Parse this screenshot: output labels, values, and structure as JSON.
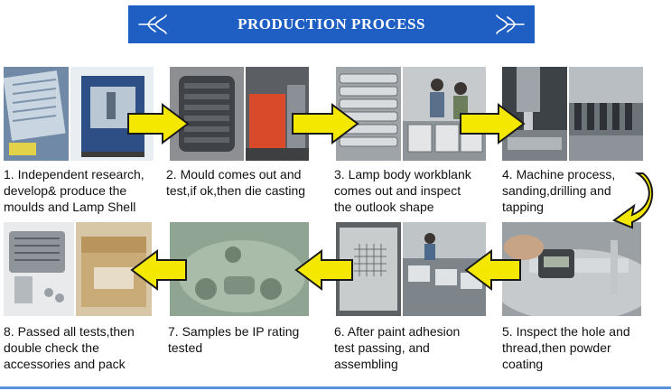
{
  "header": {
    "title": "PRODUCTION PROCESS",
    "accent_color": "#1f5fc4",
    "ornament_icon": "fleur-ornament"
  },
  "arrow_color": "#f5e800",
  "steps": [
    {
      "caption": "1. Independent research,\ndevelop& produce the\nmoulds and Lamp Shell",
      "photos": [
        "mould design photo",
        "cnc machine photo"
      ]
    },
    {
      "caption": "2. Mould comes out and\ntest,if ok,then die casting",
      "photos": [
        "raw die cast part photo",
        "die casting machine photo"
      ]
    },
    {
      "caption": "3. Lamp body workblank\ncomes out and inspect\nthe outlook shape",
      "photos": [
        "stacked lamp bodies photo",
        "workers inspecting photo"
      ]
    },
    {
      "caption": "4. Machine process,\nsanding,drilling and\ntapping",
      "photos": [
        "machining center photo",
        "drilling tools photo"
      ]
    },
    {
      "caption": "5. Inspect the hole and\nthread,then powder\ncoating",
      "photos": [
        "caliper measurement photo"
      ]
    },
    {
      "caption": "6. After paint adhesion\ntest passing, and\nassembling",
      "photos": [
        "cross-cut adhesion test photo",
        "assembly line photo"
      ]
    },
    {
      "caption": "7. Samples be IP rating\ntested",
      "photos": [
        "water immersion test photo"
      ]
    },
    {
      "caption": "8. Passed all tests,then\ndouble check the\naccessories and pack",
      "photos": [
        "finished lamps photo",
        "carton packing photo"
      ]
    }
  ]
}
